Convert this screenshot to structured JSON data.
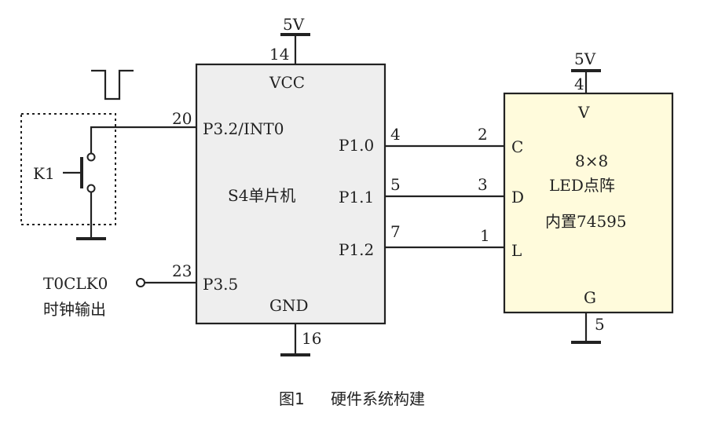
{
  "supply": {
    "mcu_vcc": "5V",
    "led_vcc": "5V"
  },
  "mcu": {
    "name": "S4单片机",
    "vcc_label": "VCC",
    "gnd_label": "GND",
    "pins": {
      "vcc_num": "14",
      "gnd_num": "16",
      "int_num": "20",
      "int_label": "P3.2/INT0",
      "clk_num": "23",
      "clk_label": "P3.5",
      "p10_num": "4",
      "p10_label": "P1.0",
      "p11_num": "5",
      "p11_label": "P1.1",
      "p12_num": "7",
      "p12_label": "P1.2"
    }
  },
  "led": {
    "title_line1": "8×8",
    "title_line2": "LED点阵",
    "title_line3": "内置74595",
    "v_label": "V",
    "g_label": "G",
    "c_label": "C",
    "d_label": "D",
    "l_label": "L",
    "v_num": "4",
    "g_num": "5",
    "c_num": "2",
    "d_num": "3",
    "l_num": "1",
    "fill": "#fffbdc"
  },
  "mcu_fill": "#eeeeee",
  "switch": {
    "label": "K1"
  },
  "clock_out": {
    "line1": "T0CLK0",
    "line2": "时钟输出"
  },
  "caption": {
    "figure": "图1",
    "title": "硬件系统构建"
  }
}
